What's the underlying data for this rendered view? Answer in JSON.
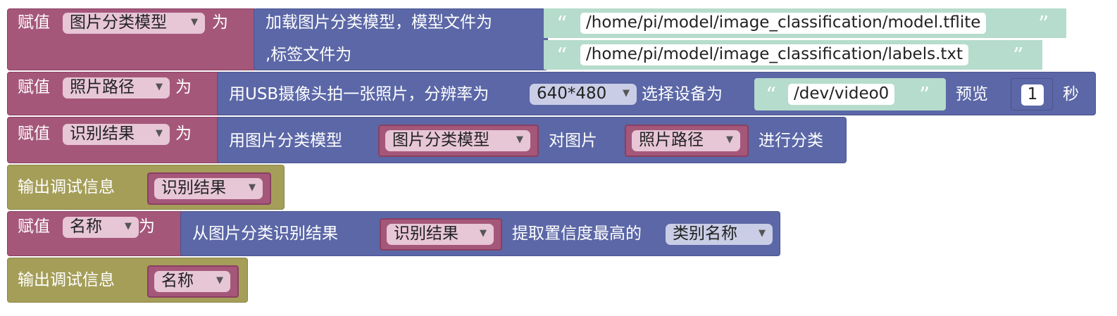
{
  "blocks": {
    "assign_label": "赋值",
    "as_label": "为",
    "debug_label": "输出调试信息"
  },
  "row1": {
    "var_name": "图片分类模型",
    "load_text_1": "加载图片分类模型，模型文件为",
    "load_text_2": ",标签文件为",
    "model_path": "/home/pi/model/image_classification/model.tflite",
    "labels_path": "/home/pi/model/image_classification/labels.txt"
  },
  "row2": {
    "var_name": "照片路径",
    "capture_text": "用USB摄像头拍一张照片，分辨率为",
    "resolution": "640*480",
    "device_label": "选择设备为",
    "device": "/dev/video0",
    "preview_label": "预览",
    "preview_seconds": "1",
    "seconds_label": "秒"
  },
  "row3": {
    "var_name": "识别结果",
    "classify_text_1": "用图片分类模型",
    "model_var": "图片分类模型",
    "to_image_label": "对图片",
    "image_var": "照片路径",
    "classify_text_2": "进行分类"
  },
  "row4": {
    "var": "识别结果"
  },
  "row5": {
    "var_name": "名称",
    "extract_text_1": "从图片分类识别结果",
    "result_var": "识别结果",
    "extract_text_2": "提取置信度最高的",
    "field": "类别名称"
  },
  "row6": {
    "var": "名称"
  },
  "icons": {
    "dropdown": "triangle-down-icon",
    "quote_open": "open-quote-icon",
    "quote_close": "close-quote-icon"
  },
  "colors": {
    "variable": "#a5577a",
    "action": "#5b67a6",
    "debug": "#a59e59",
    "text": "#b5dccc"
  }
}
